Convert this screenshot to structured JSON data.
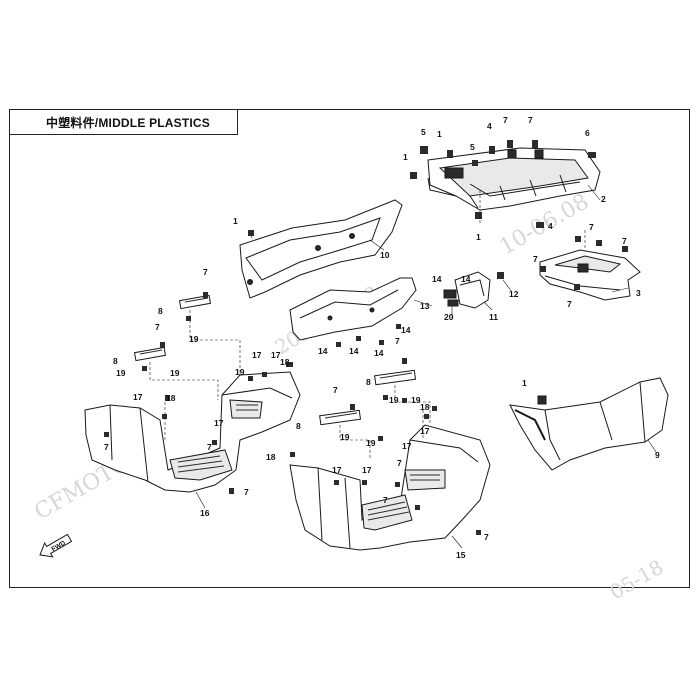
{
  "title": "中塑料件/MIDDLE PLASTICS",
  "fwd_label": "FWD",
  "watermarks": [
    "CFMOTO",
    "2024-05-18",
    "10-06.08",
    "05-18"
  ],
  "callouts": {
    "c1": "1",
    "c2": "2",
    "c3": "3",
    "c4": "4",
    "c5": "5",
    "c6": "6",
    "c7": "7",
    "c8": "8",
    "c9": "9",
    "c10": "10",
    "c11": "11",
    "c12": "12",
    "c13": "13",
    "c14": "14",
    "c15": "15",
    "c16": "16",
    "c17": "17",
    "c18": "18",
    "c19": "19",
    "c20": "20"
  },
  "colors": {
    "line": "#1a1a1a",
    "watermark": "#d6d6d6",
    "part_fill": "#ffffff",
    "shade": "#2b2b2b"
  }
}
